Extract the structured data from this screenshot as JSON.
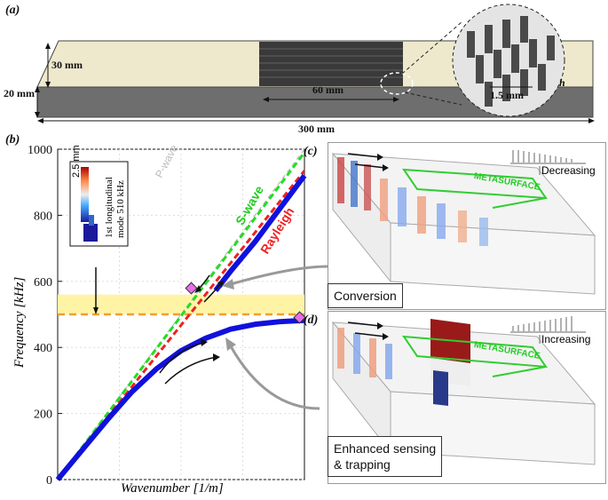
{
  "panel_a": {
    "label": "(a)",
    "dims": {
      "height": "30 mm",
      "thickness": "20 mm",
      "meta_len": "60 mm",
      "length": "300 mm",
      "pillar": "1.5 mm",
      "h": "h"
    }
  },
  "panel_b": {
    "label": "(b)",
    "inset": {
      "scale": "2.5 mm",
      "mode_line1": "1st longitudinal",
      "mode_line2": "mode 510 kHz"
    },
    "wave_labels": {
      "p": "P-wave",
      "s": "S-wave",
      "r": "Rayleigh"
    }
  },
  "panel_c": {
    "label": "(c)",
    "tag": "Conversion",
    "gradient": "Decreasing",
    "meta": "METASURFACE"
  },
  "panel_d": {
    "label": "(d)",
    "tag_line1": "Enhanced sensing",
    "tag_line2": "& trapping",
    "gradient": "Increasing",
    "meta": "METASURFACE"
  },
  "chart_data": {
    "type": "line",
    "xlabel": "Wavenumber [1/m]",
    "ylabel": "Frequency [kHz]",
    "ylim": [
      0,
      1000
    ],
    "yticks": [
      "0",
      "200",
      "400",
      "600",
      "800",
      "1000"
    ],
    "grid": true,
    "series": [
      {
        "name": "P-wave",
        "color": "#bbbbbb",
        "x": [
          0,
          1
        ],
        "y": [
          0,
          1000
        ]
      },
      {
        "name": "S-wave",
        "color": "#22dd22",
        "x": [
          0,
          1
        ],
        "y": [
          0,
          990
        ]
      },
      {
        "name": "Rayleigh",
        "color": "#ee2222",
        "x": [
          0,
          1
        ],
        "y": [
          0,
          935
        ]
      },
      {
        "color": "#1111dd",
        "x": [
          0,
          0.1,
          0.2,
          0.3,
          0.4,
          0.5,
          0.6,
          0.7,
          0.8,
          0.9,
          1.0
        ],
        "y": [
          0,
          90,
          180,
          265,
          335,
          390,
          428,
          455,
          470,
          478,
          482
        ]
      },
      {
        "color": "#1111dd",
        "x": [
          0.64,
          0.7,
          0.8,
          0.9,
          1.0
        ],
        "y": [
          572,
          630,
          720,
          820,
          920
        ]
      }
    ],
    "annotations": {
      "band_khz": [
        500,
        560
      ],
      "mode_khz": 510
    },
    "colors": {
      "band": "#fff3a6",
      "mode_line": "#f0a030",
      "marker": "#e86ee8"
    }
  }
}
